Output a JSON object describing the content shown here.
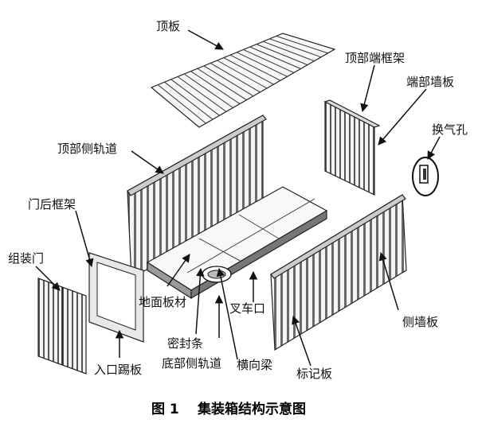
{
  "caption": {
    "figure_number": "图 1",
    "title": "集装箱结构示意图"
  },
  "labels": {
    "roof_panel": "顶板",
    "top_end_frame": "顶部端框架",
    "end_wall": "端部墙板",
    "vent_hole": "换气孔",
    "top_side_rail": "顶部侧轨道",
    "door_rear_frame": "门后框架",
    "assembled_door": "组装门",
    "floor_panel": "地面板材",
    "forklift_pocket": "叉车口",
    "seal_strip": "密封条",
    "entrance_kickplate": "入口踢板",
    "bottom_side_rail": "底部侧轨道",
    "cross_member": "横向梁",
    "side_wall": "侧墙板",
    "marking_plate": "标记板"
  },
  "colors": {
    "line": "#222222",
    "fill": "#f2f2f2",
    "dark": "#555555"
  }
}
